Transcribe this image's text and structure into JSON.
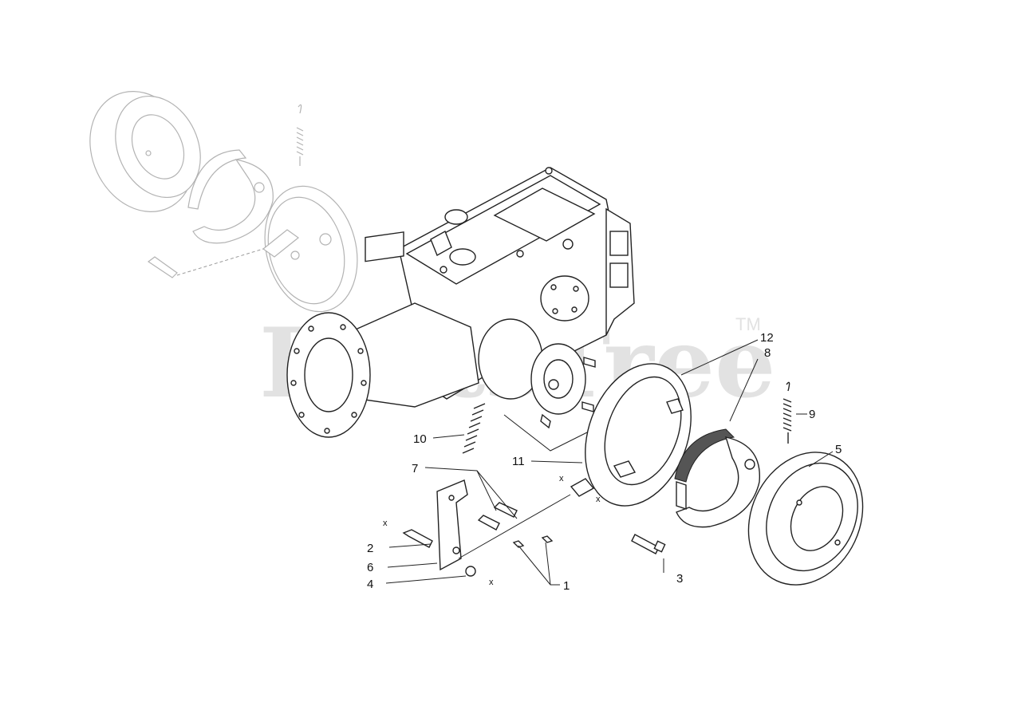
{
  "watermark": {
    "text": "PartsTree",
    "trademark": "TM"
  },
  "colors": {
    "line": "#222222",
    "ghost_line": "#b3b3b3",
    "watermark": "#e2e2e2",
    "background": "#ffffff"
  },
  "callouts": {
    "c1": "1",
    "c2": "2",
    "c3": "3",
    "c4": "4",
    "c5": "5",
    "c6": "6",
    "c7": "7",
    "c8": "8",
    "c9": "9",
    "c10": "10",
    "c11": "11",
    "c12": "12"
  },
  "markers": {
    "x": "x"
  }
}
